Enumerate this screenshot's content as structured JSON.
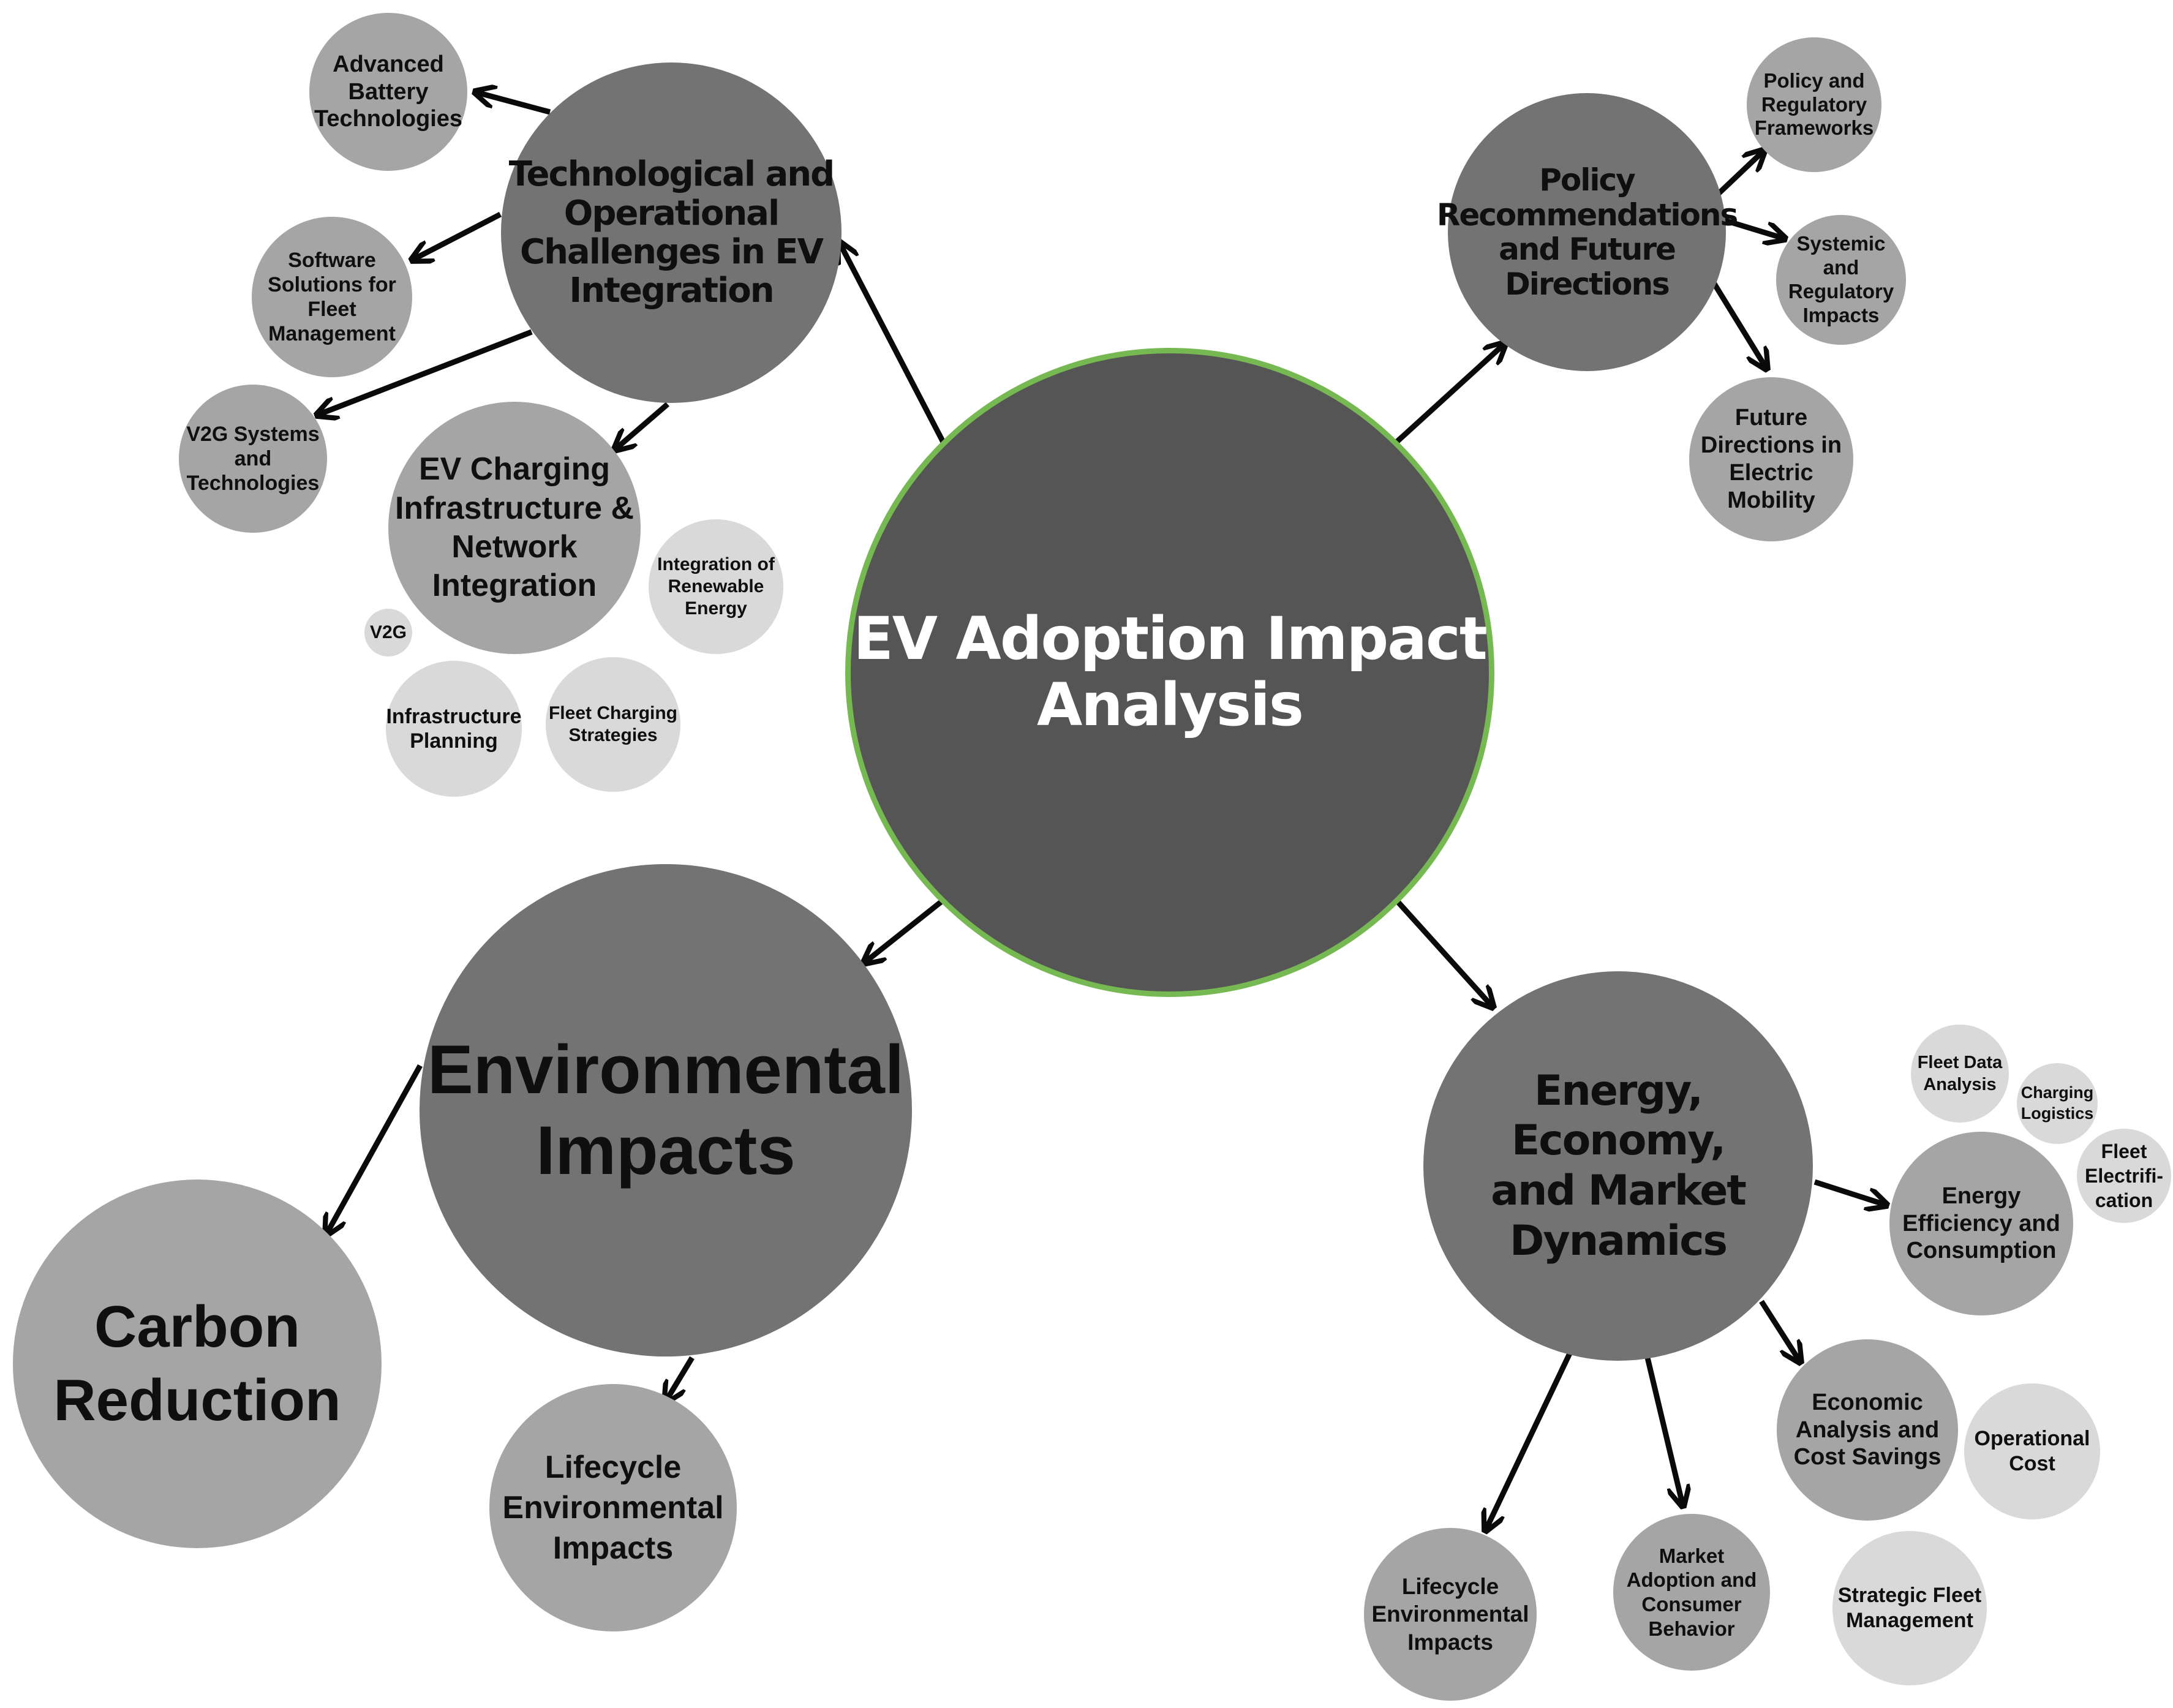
{
  "colors": {
    "root_fill": "#555555",
    "root_border": "#76b852",
    "branch_fill": "#737373",
    "leaf_fill": "#a5a5a5",
    "minor_fill": "#d9d9d9",
    "edge": "#0a0a0a"
  },
  "nodes": {
    "root": {
      "label": "EV Adoption Impact\nAnalysis"
    },
    "tech": {
      "label": "Technological and\nOperational\nChallenges in EV\nIntegration"
    },
    "battery": {
      "label": "Advanced\nBattery\nTechnologies"
    },
    "software": {
      "label": "Software\nSolutions for\nFleet\nManagement"
    },
    "v2g_systems": {
      "label": "V2G Systems\nand\nTechnologies"
    },
    "charging_infra": {
      "label": "EV Charging\nInfrastructure &\nNetwork\nIntegration"
    },
    "renewable": {
      "label": "Integration of\nRenewable\nEnergy"
    },
    "v2g": {
      "label": "V2G"
    },
    "infra_planning": {
      "label": "Infrastructure\nPlanning"
    },
    "fleet_charging": {
      "label": "Fleet Charging\nStrategies"
    },
    "policy": {
      "label": "Policy\nRecommendations\nand Future\nDirections"
    },
    "policy_frameworks": {
      "label": "Policy and\nRegulatory\nFrameworks"
    },
    "systemic": {
      "label": "Systemic\nand\nRegulatory\nImpacts"
    },
    "future": {
      "label": "Future\nDirections in\nElectric\nMobility"
    },
    "environmental": {
      "label": "Environmental\nImpacts"
    },
    "carbon": {
      "label": "Carbon\nReduction"
    },
    "lifecycle_env": {
      "label": "Lifecycle\nEnvironmental\nImpacts"
    },
    "energy": {
      "label": "Energy, Economy,\nand Market\nDynamics"
    },
    "fleet_data": {
      "label": "Fleet Data\nAnalysis"
    },
    "charging_logistics": {
      "label": "Charging\nLogistics"
    },
    "fleet_electrification": {
      "label": "Fleet\nElectrifi-\ncation"
    },
    "efficiency": {
      "label": "Energy\nEfficiency and\nConsumption"
    },
    "economic": {
      "label": "Economic\nAnalysis and\nCost Savings"
    },
    "operational_cost": {
      "label": "Operational\nCost"
    },
    "strategic_fleet": {
      "label": "Strategic Fleet\nManagement"
    },
    "market": {
      "label": "Market\nAdoption and\nConsumer\nBehavior"
    },
    "lifecycle_energy": {
      "label": "Lifecycle\nEnvironmental\nImpacts"
    }
  }
}
